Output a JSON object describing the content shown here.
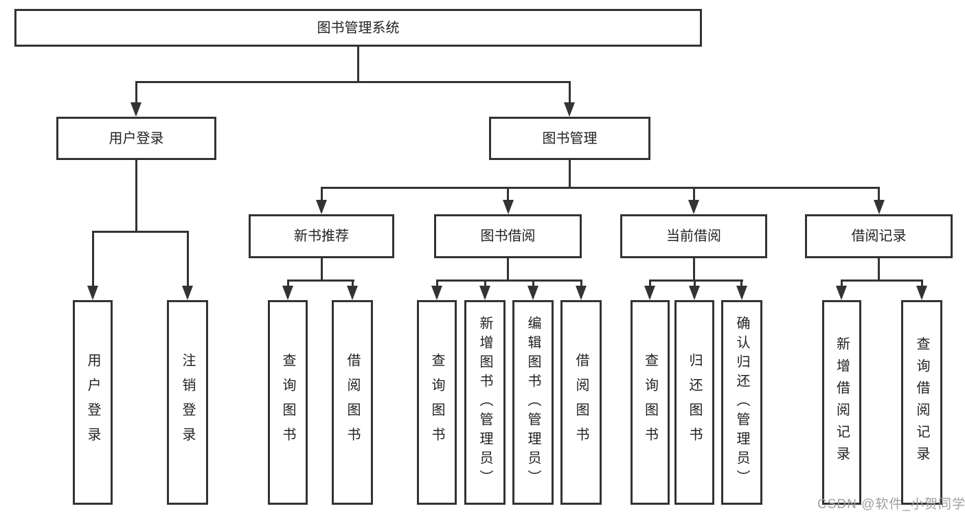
{
  "diagram": {
    "root": {
      "label": "图书管理系统"
    },
    "level2": [
      {
        "label": "用户登录"
      },
      {
        "label": "图书管理"
      }
    ],
    "level3": [
      {
        "label": "新书推荐"
      },
      {
        "label": "图书借阅"
      },
      {
        "label": "当前借阅"
      },
      {
        "label": "借阅记录"
      }
    ],
    "leaves": {
      "login": [
        {
          "label": "用户登录"
        },
        {
          "label": "注销登录"
        }
      ],
      "recommend": [
        {
          "label": "查询图书"
        },
        {
          "label": "借阅图书"
        }
      ],
      "borrow": [
        {
          "label": "查询图书"
        },
        {
          "label": "新增图书（管理员）"
        },
        {
          "label": "编辑图书（管理员）"
        },
        {
          "label": "借阅图书"
        }
      ],
      "current": [
        {
          "label": "查询图书"
        },
        {
          "label": "归还图书"
        },
        {
          "label": "确认归还（管理员）"
        }
      ],
      "records": [
        {
          "label": "新增借阅记录"
        },
        {
          "label": "查询借阅记录"
        }
      ]
    }
  },
  "watermark": {
    "text": "CSDN @软件_小贺同学"
  },
  "colors": {
    "line": "#333333",
    "text": "#222222",
    "watermark": "#9f9f9f",
    "background": "#ffffff"
  }
}
